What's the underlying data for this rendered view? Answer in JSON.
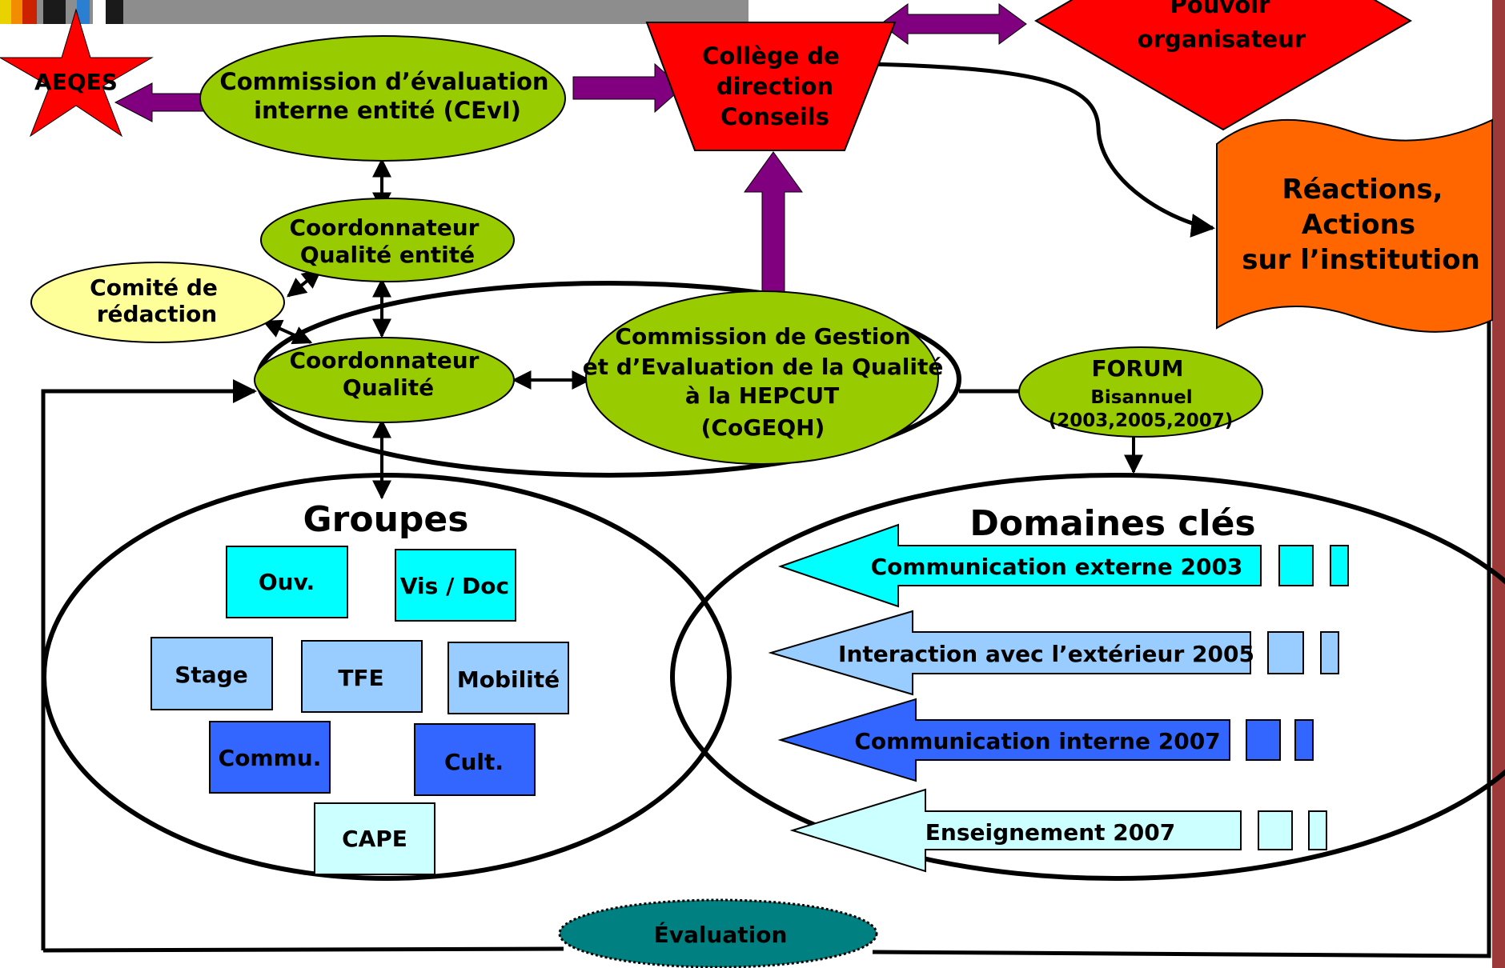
{
  "nodes": {
    "aeqes": "AEQES",
    "cevi": [
      "Commission d’évaluation",
      "interne  entité (CEvI)"
    ],
    "college": [
      "Collège de",
      "direction",
      "Conseils"
    ],
    "pouvoir": [
      "Pouvoir",
      "organisateur"
    ],
    "reactions": [
      "Réactions,",
      "Actions",
      "sur l’institution"
    ],
    "coord_entite": [
      "Coordonnateur",
      "Qualité entité"
    ],
    "comite": [
      "Comité de",
      "rédaction"
    ],
    "coord_qualite": [
      "Coordonnateur",
      "Qualité"
    ],
    "cogeqh": [
      "Commission de Gestion",
      "et d’Evaluation de la Qualité",
      "à la HEPCUT",
      "(CoGEQH)"
    ],
    "forum": [
      "FORUM",
      "Bisannuel",
      "(2003,2005,2007)"
    ],
    "evaluation": "Évaluation"
  },
  "groupes": {
    "title": "Groupes",
    "items": [
      "Ouv.",
      "Vis / Doc",
      "Stage",
      "TFE",
      "Mobilité",
      "Commu.",
      "Cult.",
      "CAPE"
    ]
  },
  "domaines": {
    "title": "Domaines clés",
    "items": [
      "Communication externe 2003",
      "Interaction avec l’extérieur 2005",
      "Communication interne 2007",
      "Enseignement 2007"
    ]
  },
  "colors": {
    "green": "#99cc00",
    "yellow": "#ffff99",
    "red": "#ff0000",
    "purple": "#800080",
    "orange": "#ff6600",
    "cyan": "#00ffff",
    "light_blue": "#99ccff",
    "blue": "#3366ff",
    "pale_cyan": "#ccffff",
    "teal": "#008080",
    "side_bar": "#9c3a3a"
  }
}
